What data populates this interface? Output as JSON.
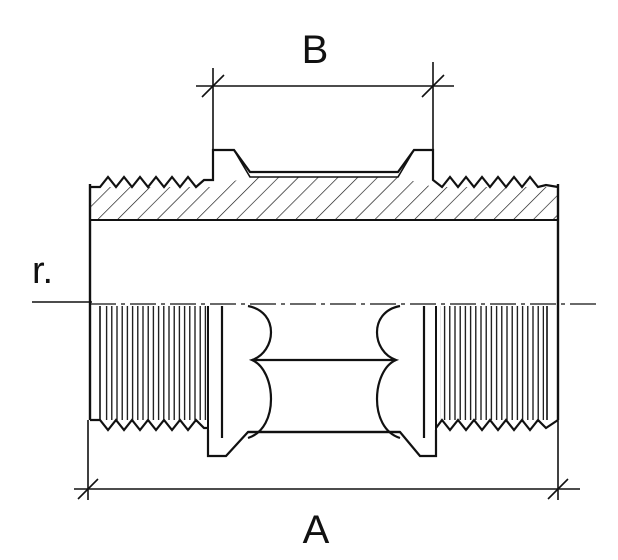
{
  "labels": {
    "dim_b": "B",
    "dim_a": "A",
    "radius": "r."
  },
  "colors": {
    "ink": "#111111",
    "paper": "#ffffff"
  }
}
